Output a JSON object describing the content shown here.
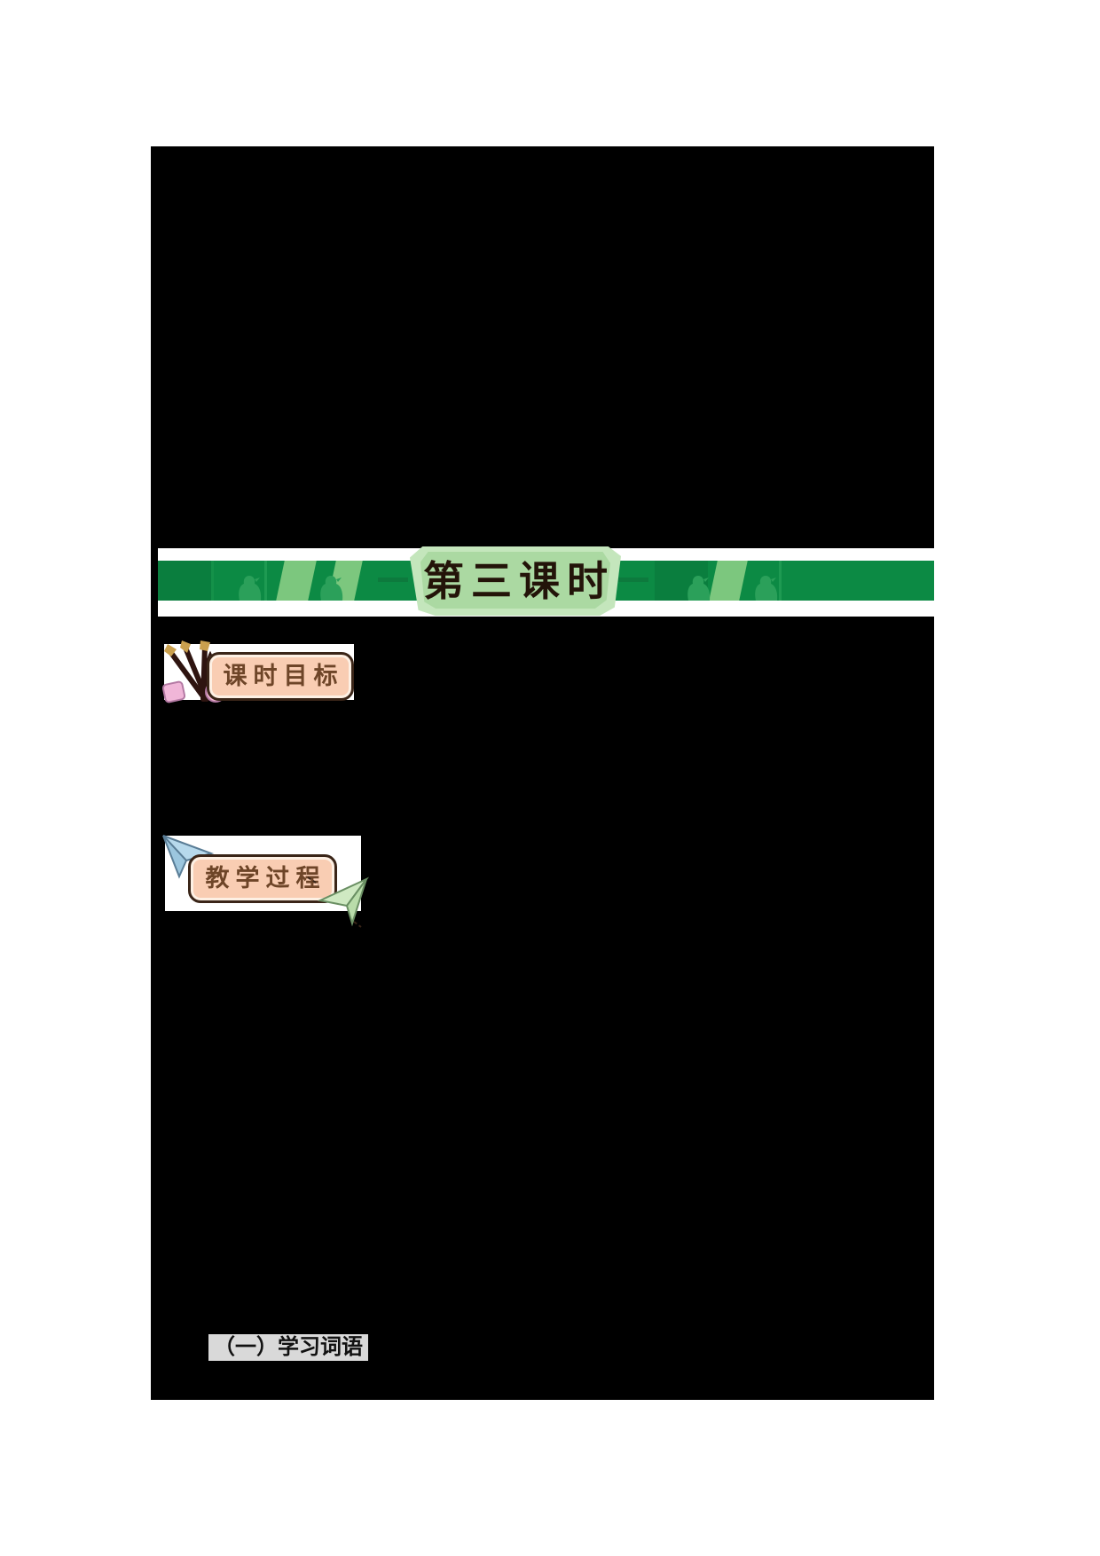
{
  "banner": {
    "title": "第三课时",
    "colors": {
      "strip_base": "#0c8a44",
      "strip_dark": "#0a7e3e",
      "strip_mid": "#149149",
      "strip_light_band": "#7cc77e",
      "silhouette": "#2ba05a",
      "panel_outer": "#c4e6bc",
      "panel_inner": "#abd9a2",
      "title_text": "#231409",
      "dash": "#0d7a3d"
    }
  },
  "badges": {
    "goal": {
      "label": "课时目标",
      "icon": "calligraphy-brushes"
    },
    "process": {
      "label": "教学过程",
      "icon": "paper-planes"
    },
    "colors": {
      "fill": "#f9cdb3",
      "border": "#3a2518",
      "text": "#6e4528",
      "brush_handle": "#2e1410",
      "brush_tip": "#caa04e",
      "ink_pad_pink": "#f0b6d8",
      "ink_pad_blue": "#9fd3e8",
      "plane_blue": "#b7d9ec",
      "plane_green": "#cfe9c2"
    }
  },
  "section_heading": {
    "text": "（一）学习词语",
    "highlight": "#d9d9d9",
    "text_color": "#111111"
  },
  "page": {
    "background": "#ffffff",
    "content_background": "#000000"
  }
}
